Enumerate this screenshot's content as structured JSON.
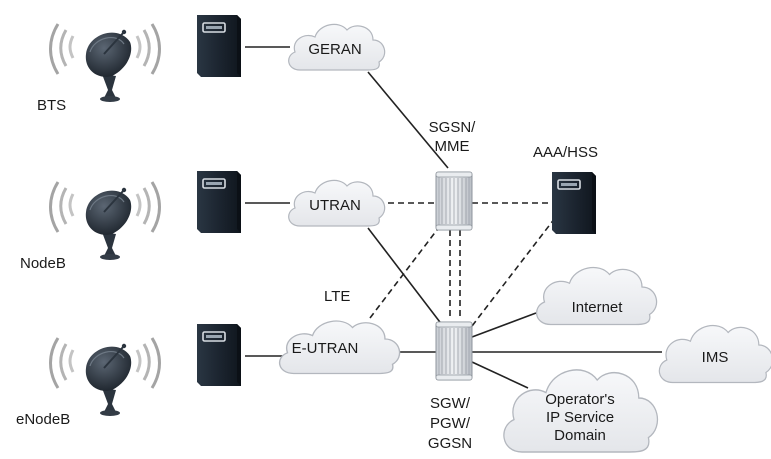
{
  "colors": {
    "line": "#222222",
    "cloud_fill": "#f1f2f4",
    "cloud_stroke": "#b5b9c0",
    "server_dark": "#1d2733",
    "server_light": "#3b4b5c",
    "router_body": "#dfe2e6",
    "wave": "#9a9a9a"
  },
  "antennas": [
    {
      "label": "BTS",
      "icon": "satellite-dish-icon"
    },
    {
      "label": "NodeB",
      "icon": "satellite-dish-icon"
    },
    {
      "label": "eNodeB",
      "icon": "satellite-dish-icon"
    }
  ],
  "clouds": {
    "geran": "GERAN",
    "utran": "UTRAN",
    "eutran": "E-UTRAN",
    "internet": "Internet",
    "ims": "IMS",
    "operator": [
      "Operator's",
      "IP Service",
      "Domain"
    ]
  },
  "nodes": {
    "sgsn_mme": [
      "SGSN/",
      "MME"
    ],
    "aaa_hss": "AAA/HSS",
    "lte": "LTE",
    "sgw": [
      "SGW/",
      "PGW/",
      "GGSN"
    ]
  }
}
